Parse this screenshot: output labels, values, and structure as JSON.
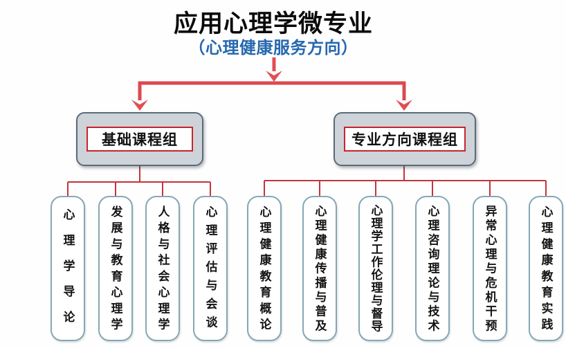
{
  "title": "应用心理学微专业",
  "subtitle": "（心理健康服务方向）",
  "colors": {
    "arrow_red": "#e04e55",
    "line_red": "#c2343d",
    "subtitle_blue": "#2668ae",
    "group_fill": "#cdd3d8",
    "group_border": "#5a6b78",
    "group_inner_border": "#c8242b",
    "leaf_border": "#85a7b5",
    "text_black": "#0a0a0a"
  },
  "groups": [
    {
      "label": "基础课程组",
      "courses": [
        "心理学导论",
        "发展与教育心理学",
        "人格与社会心理学",
        "心理评估与会谈"
      ]
    },
    {
      "label": "专业方向课程组",
      "courses": [
        "心理健康教育概论",
        "心理健康传播与普及",
        "心理学工作伦理与督导",
        "心理咨询理论与技术",
        "异常心理与危机干预",
        "心理健康教育实践"
      ]
    }
  ]
}
